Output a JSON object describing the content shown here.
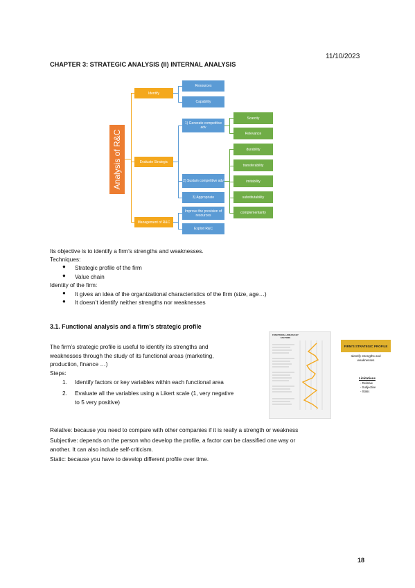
{
  "header": {
    "date": "11/10/2023",
    "title": "CHAPTER 3: STRATEGIC ANALYSIS (II) INTERNAL ANALYSIS"
  },
  "diagram": {
    "root": "Analysis of R&C",
    "level1": [
      "Identify",
      "Evaluate Strategic",
      "Management of R&C"
    ],
    "level2": [
      "Resources",
      "Capability",
      "1) Generate competitive adv",
      "2) Sustain competitive adv",
      "3) Appropriate",
      "Improve the provision of resources",
      "Exploit R&C"
    ],
    "level3": [
      "Scarcity",
      "Relevance",
      "durability",
      "transferability",
      "imitability",
      "substitutability",
      "complementarity"
    ]
  },
  "body": {
    "objective": "Its objective is to identify a firm’s strengths and weaknesses.",
    "techniques_label": "Techniques:",
    "techniques": [
      "Strategic profile of the firm",
      "Value chain"
    ],
    "identity_label": "Identity of the firm:",
    "identity": [
      "It gives an idea of the organizational characteristics of the firm (size, age…)",
      "It doesn’t identify neither strengths nor weaknesses"
    ],
    "section_title": "3.1. Functional analysis and a firm’s strategic profile",
    "profile_text_1": "The firm’s strategic profile is useful to identify its strengths and",
    "profile_text_2": "weaknesses through the study of its functional areas (marketing,",
    "profile_text_3": "production, finance …)",
    "steps_label": "Steps:",
    "steps": [
      "Identify factors or key variables within each functional area",
      "Evaluate all the variables using a Likert scale (1, very negative",
      "to 5 very positive)"
    ],
    "relative": "Relative: because you need to compare with other companies if it is really a strength or weakness",
    "subjective_1": "Subjective: depends on the person who develop the profile, a factor can be classified one way or",
    "subjective_2": "another. It can also include self-criticism.",
    "static": "Static: because you have to develop different profile over time."
  },
  "thumb": {
    "header": "FUNCTIONAL AREAS KEY FACTORS",
    "card_title": "FIRM'S STRATEGIC PROFILE",
    "card_sub": "Identify strengths and weaknesses",
    "limitations": "Limitations",
    "limits": [
      "- Relative",
      "- Subjective",
      "- Static"
    ]
  },
  "footer": {
    "page": "18"
  }
}
